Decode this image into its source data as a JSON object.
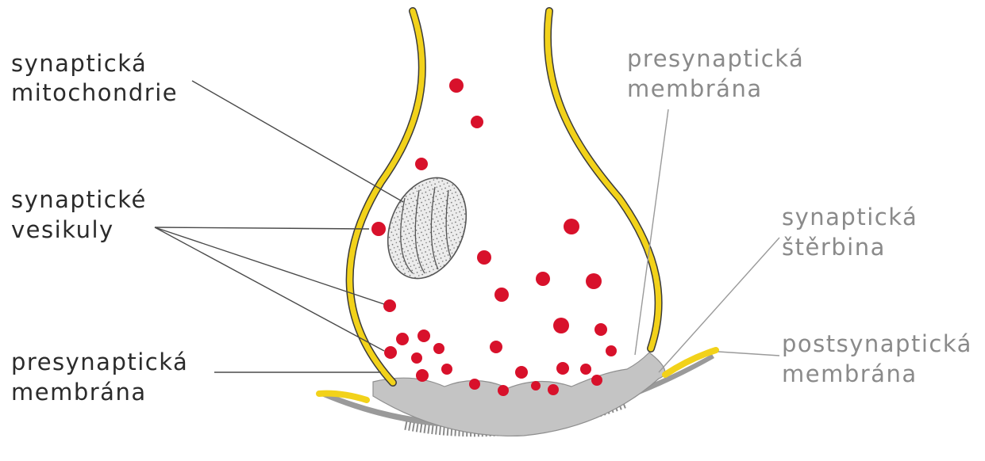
{
  "diagram": {
    "labels": {
      "mitochondria": {
        "line1": "synaptická",
        "line2": "mitochondrie"
      },
      "vesicles": {
        "line1": "synaptické",
        "line2": "vesikuly"
      },
      "presyn_left": {
        "line1": "presynaptická",
        "line2": "membrána"
      },
      "presyn_right": {
        "line1": "presynaptická",
        "line2": "membrána"
      },
      "cleft": {
        "line1": "synaptická",
        "line2": "štěrbina"
      },
      "postsyn": {
        "line1": "postsynaptická",
        "line2": "membrána"
      }
    },
    "colors": {
      "membrane_yellow": "#f2d21a",
      "vesicle_red": "#d8112b",
      "cleft_grey": "#c4c4c4",
      "mitochondrion_fill": "#ececec",
      "label_dark": "#2b2b2b",
      "label_grey": "#8a8a8a"
    }
  }
}
